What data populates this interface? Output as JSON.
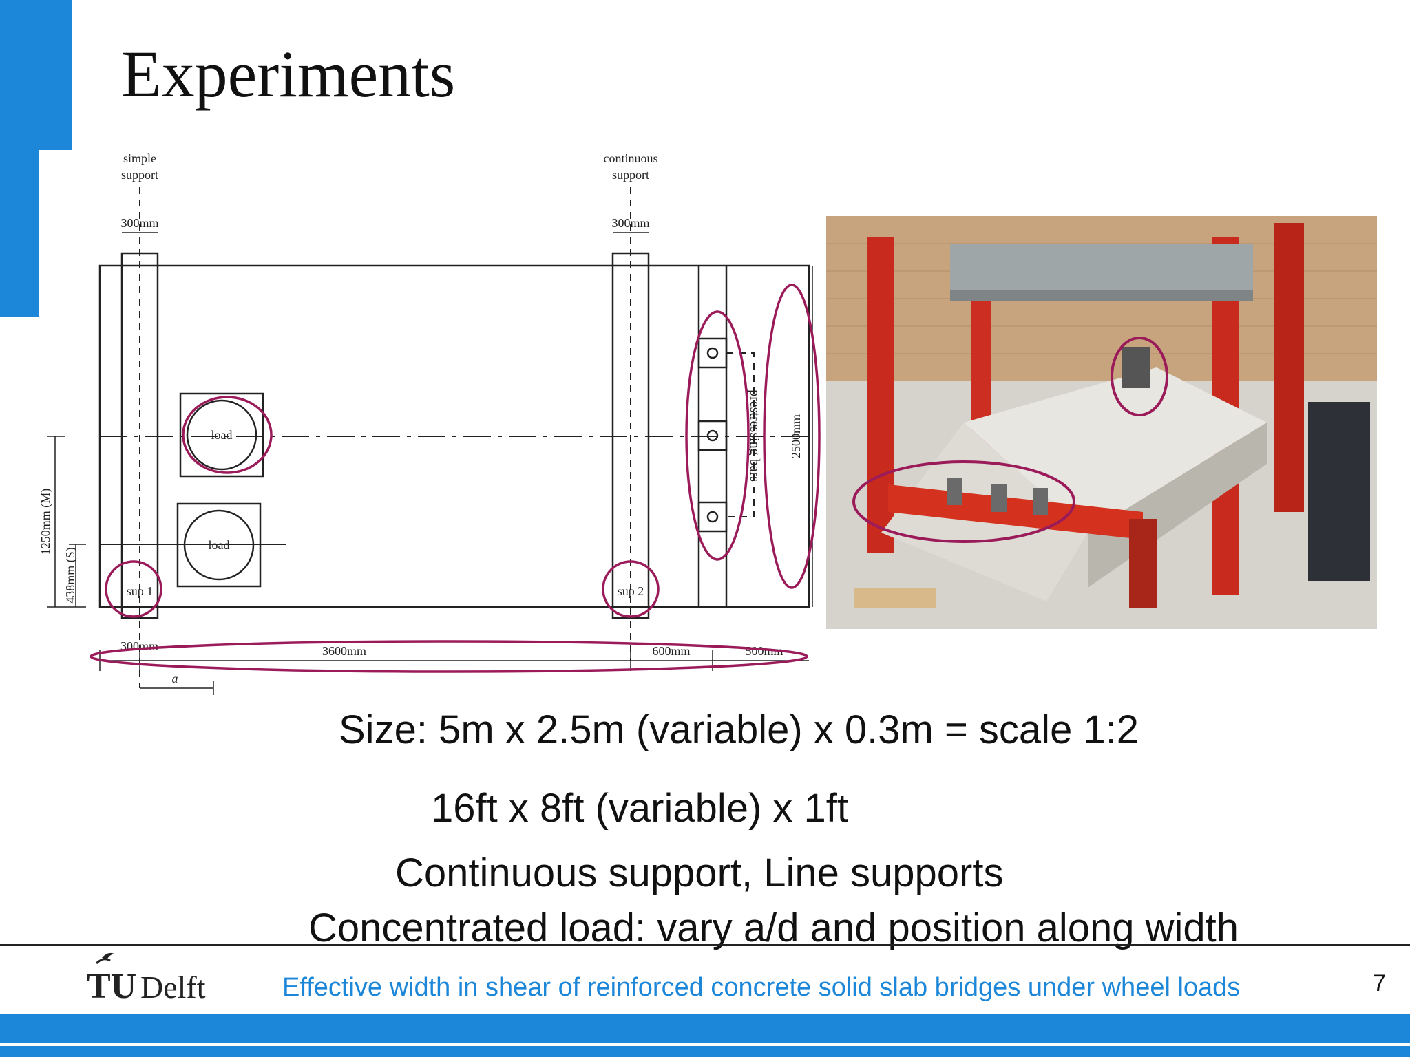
{
  "slide": {
    "title": "Experiments",
    "page_number": "7",
    "footer_text": "Effective width in shear of reinforced concrete solid slab bridges under wheel loads",
    "logo_text_tu": "TU",
    "logo_text_delft": "Delft"
  },
  "drawing": {
    "simple_support_l1": "simple",
    "simple_support_l2": "support",
    "continuous_support_l1": "continuous",
    "continuous_support_l2": "support",
    "dim_300_top_left": "300mm",
    "dim_300_top_right": "300mm",
    "load1": "load",
    "load2": "load",
    "sup1": "sup 1",
    "sup2": "sup 2",
    "prestressing_bars": "prestressing bars",
    "dim_2500": "2500mm",
    "dim_1250": "1250mm (M)",
    "dim_438": "438mm (S)",
    "dim_300_bottom": "300mm",
    "dim_3600": "3600mm",
    "dim_600": "600mm",
    "dim_500": "500mm",
    "dim_a": "a",
    "highlight_color": "#9b1b5a"
  },
  "text_lines": {
    "line1": "Size: 5m x 2.5m (variable) x 0.3m = scale 1:2",
    "line2": "16ft x 8ft (variable) x 1ft",
    "line3": "Continuous support, Line supports",
    "line4": "Concentrated load: vary a/d and position along width"
  },
  "colors": {
    "accent": "#1c87d8",
    "highlight": "#9b1b5a"
  }
}
